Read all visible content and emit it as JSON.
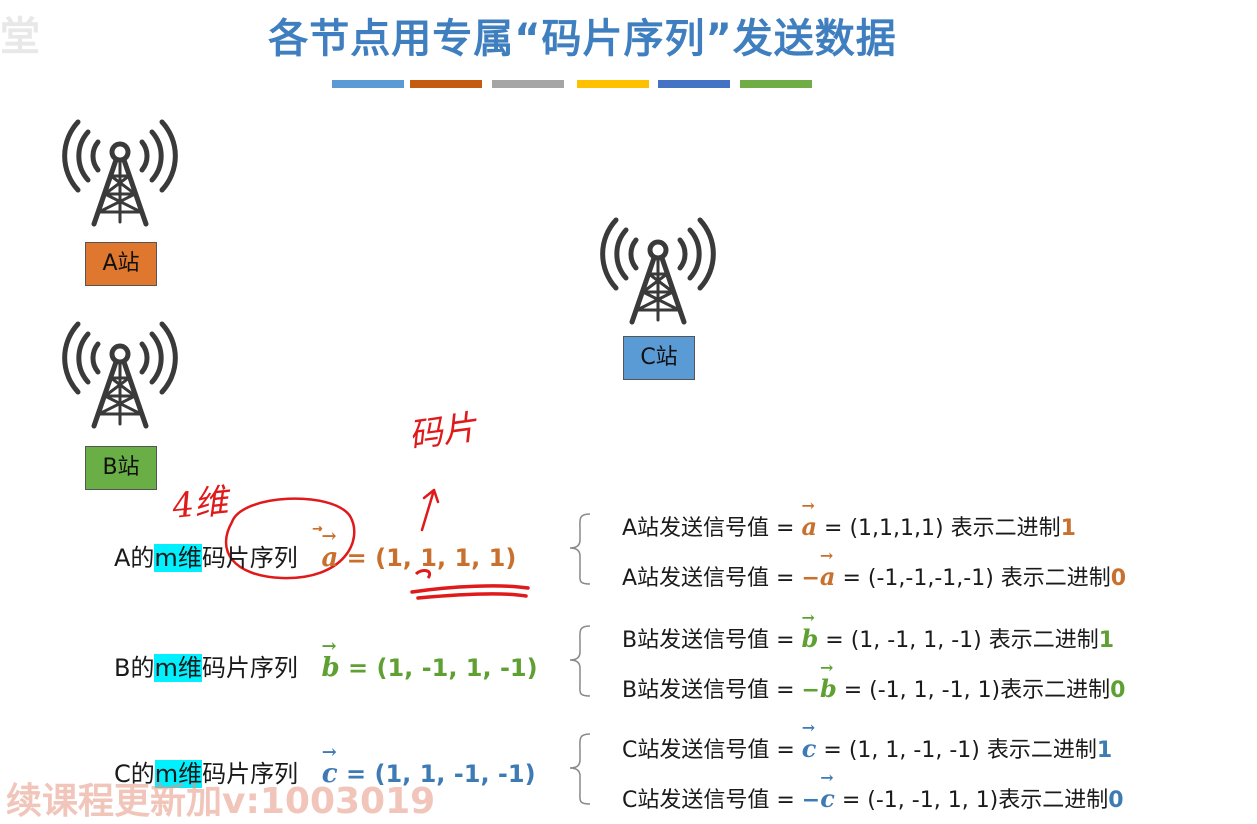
{
  "logo_partial": "堂",
  "title": "各节点用专属“码片序列”发送数据",
  "color_bars": [
    "#5b9bd5",
    "#c55a11",
    "#a5a5a5",
    "#ffc000",
    "#4472c4",
    "#70ad47"
  ],
  "stations": {
    "a": {
      "label": "A站",
      "color": "#e0772e"
    },
    "b": {
      "label": "B站",
      "color": "#6aaf45"
    },
    "c": {
      "label": "C站",
      "color": "#5b9bd5"
    }
  },
  "annotations": {
    "dim": "4维",
    "chip": "码片"
  },
  "sequences": [
    {
      "prefix": "A的",
      "m": "m",
      "wei": "维",
      "suffix": "码片序列",
      "vec": "a",
      "eq": " = ",
      "value": "(1, 1, 1, 1)",
      "color": "#c8702e",
      "lines": [
        {
          "pre": "A站发送信号值 = ",
          "neg": "",
          "vec": "a",
          "post": " =  (1,1,1,1) 表示二进制",
          "bit": "1"
        },
        {
          "pre": "A站发送信号值 = ",
          "neg": "−",
          "vec": "a",
          "post": " = (-1,-1,-1,-1) 表示二进制",
          "bit": "0"
        }
      ]
    },
    {
      "prefix": "B的",
      "m": "m",
      "wei": "维",
      "suffix": "码片序列",
      "vec": "b",
      "eq": " = ",
      "value": "(1, -1, 1, -1)",
      "color": "#5fa033",
      "lines": [
        {
          "pre": "B站发送信号值 = ",
          "neg": "",
          "vec": "b",
          "post": " = (1, -1, 1, -1) 表示二进制",
          "bit": "1"
        },
        {
          "pre": "B站发送信号值 = ",
          "neg": "−",
          "vec": "b",
          "post": " = (-1, 1, -1, 1)表示二进制",
          "bit": "0"
        }
      ]
    },
    {
      "prefix": "C的",
      "m": "m",
      "wei": "维",
      "suffix": "码片序列",
      "vec": "c",
      "eq": " = ",
      "value": "(1, 1, -1, -1)",
      "color": "#3e7bb5",
      "lines": [
        {
          "pre": "C站发送信号值 = ",
          "neg": "",
          "vec": "c",
          "post": " = (1, 1, -1, -1) 表示二进制",
          "bit": "1"
        },
        {
          "pre": "C站发送信号值 = ",
          "neg": "−",
          "vec": "c",
          "post": " = (-1, -1, 1, 1)表示二进制",
          "bit": "0"
        }
      ]
    }
  ],
  "watermark": "续课程更新加v:1003019"
}
